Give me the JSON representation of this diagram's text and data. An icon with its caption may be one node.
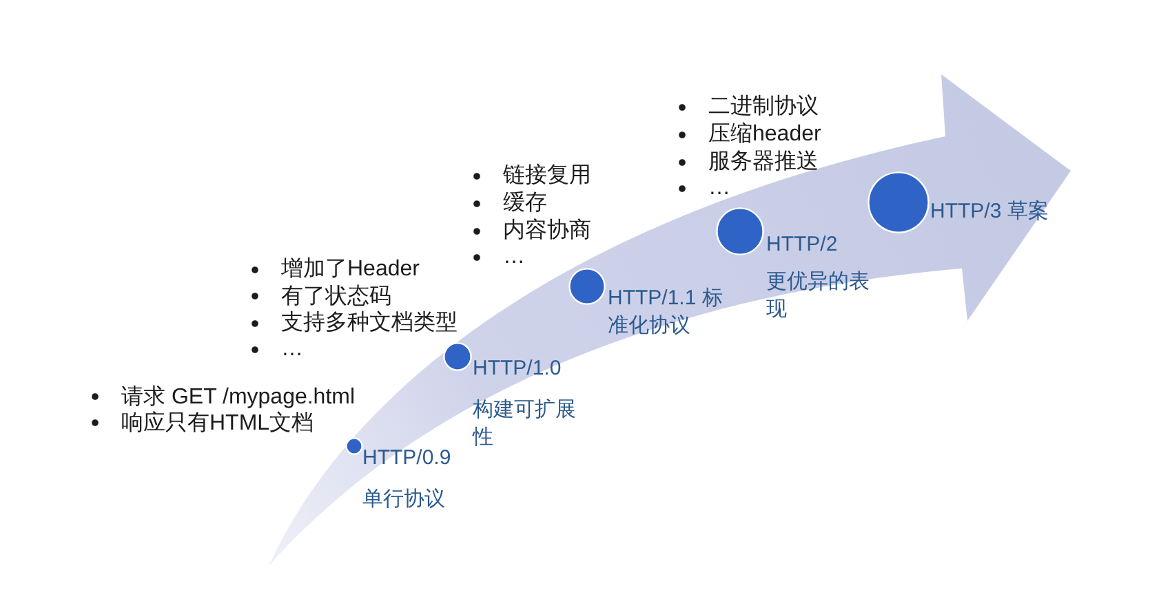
{
  "diagram": {
    "nodes": [
      {
        "text": [
          "HTTP/0.9",
          "单行协议"
        ],
        "beside": [
          "请求 GET /mypage.html",
          "响应只有HTML文档"
        ]
      },
      {
        "text": [
          "HTTP/1.0",
          "构建可扩展性"
        ],
        "beside": [
          "增加了Header",
          "有了状态码",
          "支持多种文档类型",
          "…"
        ]
      },
      {
        "text": [
          "HTTP/1.1 标准化协议"
        ],
        "beside": [
          "链接复用",
          "缓存",
          "内容协商",
          "…"
        ]
      },
      {
        "text": [
          "HTTP/2",
          "更优异的表现"
        ],
        "beside": [
          "二进制协议",
          "压缩header",
          "服务器推送",
          "…"
        ]
      },
      {
        "text": [
          "HTTP/3 草案"
        ]
      }
    ]
  }
}
